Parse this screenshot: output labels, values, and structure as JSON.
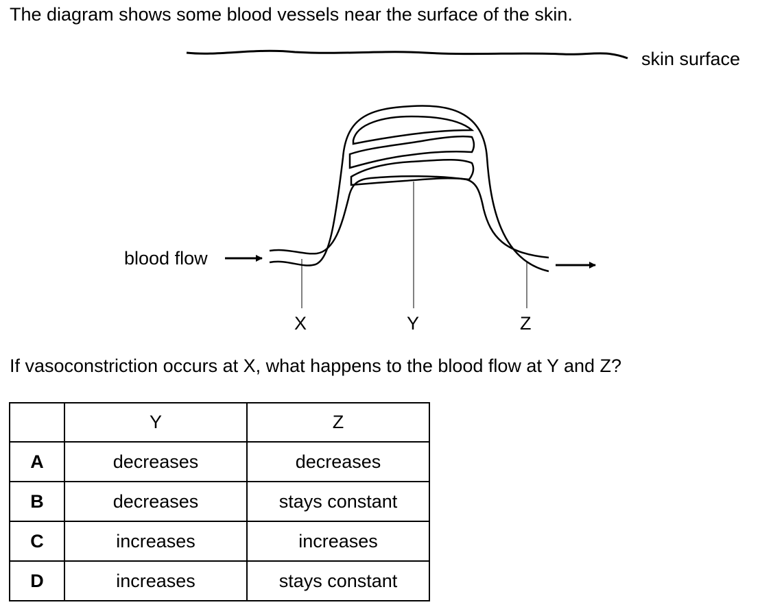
{
  "intro": "The diagram shows some blood vessels near the surface of the skin.",
  "diagram": {
    "skin_label": "skin surface",
    "blood_flow_label": "blood flow",
    "label_x": "X",
    "label_y": "Y",
    "label_z": "Z"
  },
  "question": "If vasoconstriction occurs at X, what happens to the blood flow at Y and Z?",
  "table": {
    "headers": [
      "",
      "Y",
      "Z"
    ],
    "rows": [
      {
        "key": "A",
        "y": "decreases",
        "z": "decreases"
      },
      {
        "key": "B",
        "y": "decreases",
        "z": "stays constant"
      },
      {
        "key": "C",
        "y": "increases",
        "z": "increases"
      },
      {
        "key": "D",
        "y": "increases",
        "z": "stays constant"
      }
    ]
  }
}
